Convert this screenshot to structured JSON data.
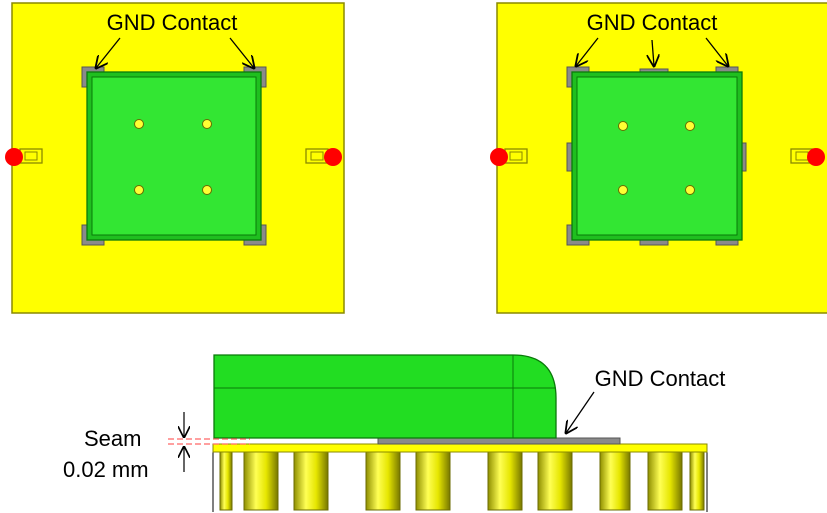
{
  "colors": {
    "board": "#ffff00",
    "board_edge": "#8a8a00",
    "shield": "#22dd22",
    "shield_edge": "#0a7a0a",
    "contact": "#8a8a8a",
    "via": "#ffff33",
    "port": "#ff0000",
    "seam_line": "#ff6666"
  },
  "diagrams": [
    {
      "id": "top-view-a",
      "label": "GND Contact",
      "contact_count": 4
    },
    {
      "id": "top-view-b",
      "label": "GND Contact",
      "contact_count": 8
    }
  ],
  "side_view": {
    "contact_label": "GND Contact",
    "seam_label": "Seam",
    "gap_label": "0.02 mm"
  }
}
